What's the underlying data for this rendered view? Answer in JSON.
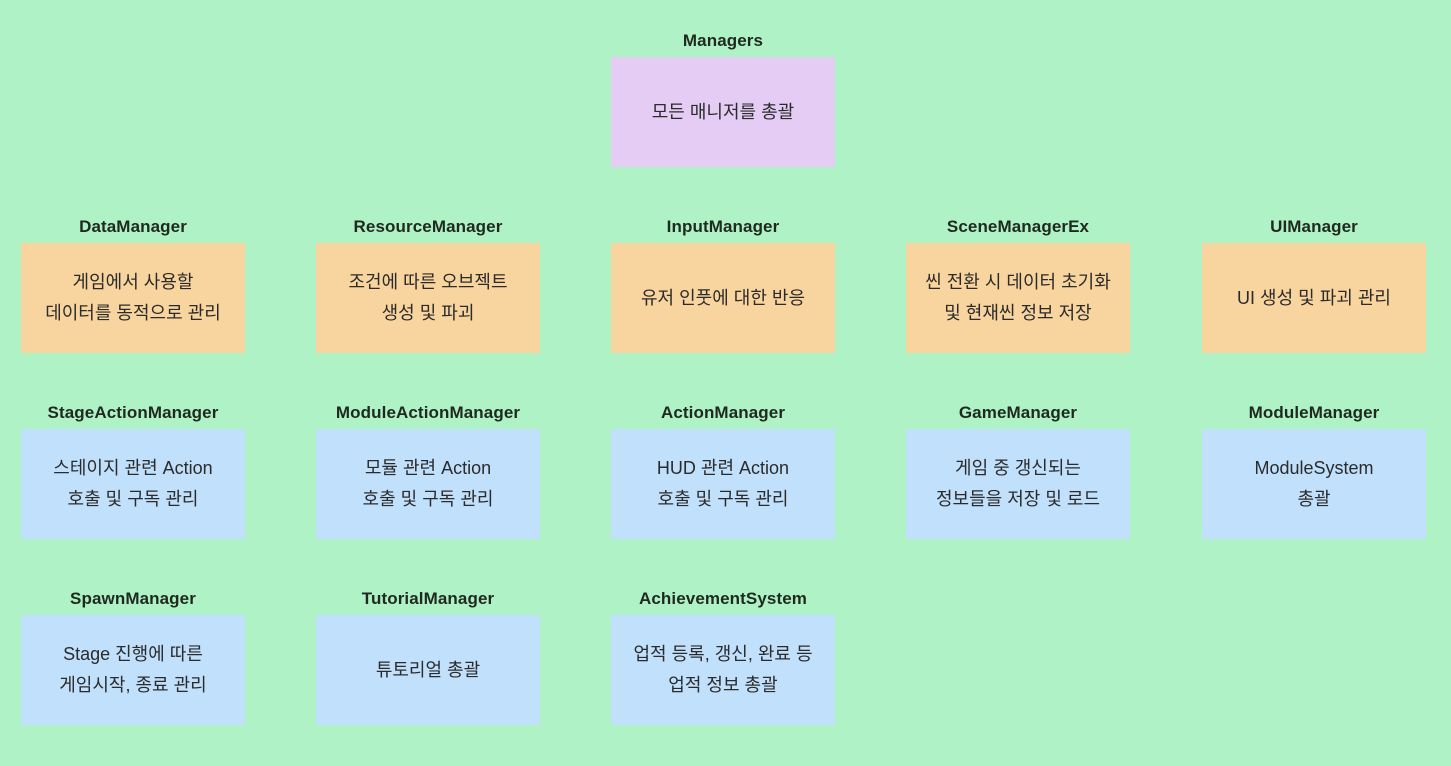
{
  "page": {
    "background_color": "#aff2c5",
    "title_text_color": "#1f291f",
    "body_text_color": "#2b2b2b"
  },
  "card_colors": {
    "purple": "#e4ccf5",
    "orange": "#f8d49e",
    "blue": "#c0e0fc"
  },
  "cards": [
    {
      "title": "Managers",
      "desc": "모든 매니저를 총괄",
      "color": "purple",
      "row": 0,
      "col": 2
    },
    {
      "title": "DataManager",
      "desc": "게임에서 사용할\n데이터를 동적으로 관리",
      "color": "orange",
      "row": 1,
      "col": 0
    },
    {
      "title": "ResourceManager",
      "desc": "조건에 따른 오브젝트\n생성 및 파괴",
      "color": "orange",
      "row": 1,
      "col": 1
    },
    {
      "title": "InputManager",
      "desc": "유저 인풋에 대한 반응",
      "color": "orange",
      "row": 1,
      "col": 2
    },
    {
      "title": "SceneManagerEx",
      "desc": "씬 전환 시 데이터 초기화\n및 현재씬 정보 저장",
      "color": "orange",
      "row": 1,
      "col": 3
    },
    {
      "title": "UIManager",
      "desc": "UI 생성 및 파괴 관리",
      "color": "orange",
      "row": 1,
      "col": 4
    },
    {
      "title": "StageActionManager",
      "desc": "스테이지 관련 Action\n호출 및 구독 관리",
      "color": "blue",
      "row": 2,
      "col": 0
    },
    {
      "title": "ModuleActionManager",
      "desc": "모듈 관련 Action\n호출 및 구독 관리",
      "color": "blue",
      "row": 2,
      "col": 1
    },
    {
      "title": "ActionManager",
      "desc": "HUD 관련 Action\n호출 및 구독 관리",
      "color": "blue",
      "row": 2,
      "col": 2
    },
    {
      "title": "GameManager",
      "desc": "게임 중 갱신되는\n정보들을 저장 및 로드",
      "color": "blue",
      "row": 2,
      "col": 3
    },
    {
      "title": "ModuleManager",
      "desc": "ModuleSystem\n총괄",
      "color": "blue",
      "row": 2,
      "col": 4
    },
    {
      "title": "SpawnManager",
      "desc": "Stage 진행에 따른\n게임시작, 종료 관리",
      "color": "blue",
      "row": 3,
      "col": 0
    },
    {
      "title": "TutorialManager",
      "desc": "튜토리얼 총괄",
      "color": "blue",
      "row": 3,
      "col": 1
    },
    {
      "title": "AchievementSystem",
      "desc": "업적 등록, 갱신, 완료 등\n업적 정보 총괄",
      "color": "blue",
      "row": 3,
      "col": 2
    }
  ]
}
